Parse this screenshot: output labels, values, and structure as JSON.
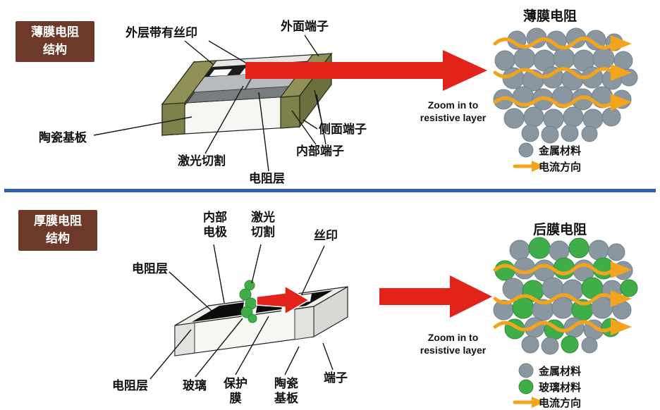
{
  "colors": {
    "arrow_red": "#e2231a",
    "particle_gray": "#8b97a0",
    "glass_green": "#3fae49",
    "current_orange": "#f2a51c",
    "header_brown": "#6d392a",
    "divider_blue": "#2c63a8"
  },
  "thin_film": {
    "header": "薄膜电阻\n结构",
    "labels": {
      "outer_silkscreen": "外层带有丝印",
      "outer_terminal": "外面端子",
      "side_terminal": "侧面端子",
      "ceramic_substrate": "陶瓷基板",
      "laser_cut": "激光切割",
      "inner_terminal": "内部端子",
      "resistive_layer": "电阻层"
    },
    "zoom_note": "Zoom in to\nresistive layer",
    "micro_view_title": "薄膜电阻",
    "legend": [
      {
        "marker": "metal-particle",
        "label": "金属材料"
      },
      {
        "marker": "current-arrow",
        "label": "电流方向"
      }
    ]
  },
  "thick_film": {
    "header": "厚膜电阻\n结构",
    "labels": {
      "inner_electrode": "内部\n电极",
      "laser_cut": "激光\n切割",
      "silkscreen": "丝印",
      "resistive_layer_top": "电阻层",
      "resistive_layer_bottom": "电阻层",
      "glass": "玻璃",
      "protective_film": "保护\n膜",
      "ceramic_substrate": "陶瓷\n基板",
      "terminal": "端子"
    },
    "zoom_note": "Zoom in to\nresistive layer",
    "micro_view_title": "后膜电阻",
    "legend": [
      {
        "marker": "metal-particle",
        "label": "金属材料"
      },
      {
        "marker": "glass-particle",
        "label": "玻璃材料"
      },
      {
        "marker": "current-arrow",
        "label": "电流方向"
      }
    ]
  }
}
